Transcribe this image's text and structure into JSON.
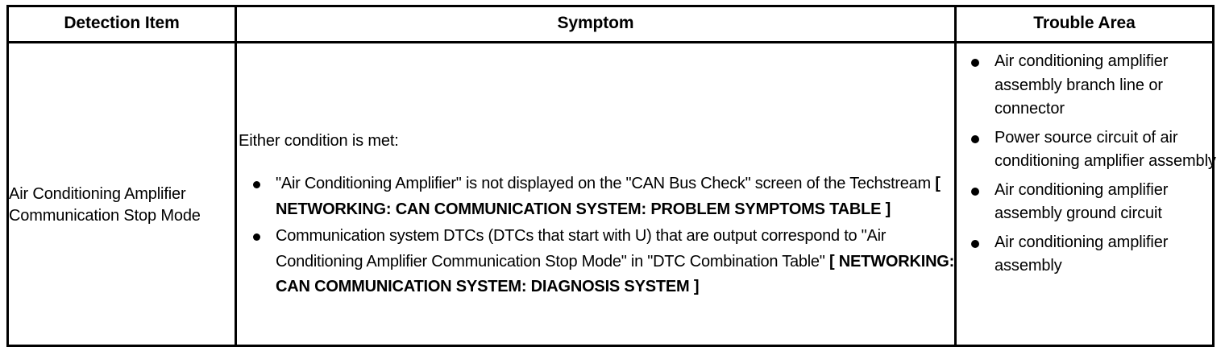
{
  "table": {
    "headers": {
      "detection_item": "Detection Item",
      "symptom": "Symptom",
      "trouble_area": "Trouble Area"
    },
    "row": {
      "detection_item": "Air Conditioning Amplifier Communication Stop Mode",
      "symptom": {
        "lead": "Either condition is met:",
        "bullets": [
          {
            "text_before": "\"Air Conditioning Amplifier\" is not displayed on the \"CAN Bus Check\" screen of the Techstream ",
            "reference": "[ NETWORKING: CAN COMMUNICATION SYSTEM: PROBLEM SYMPTOMS TABLE ]",
            "text_after": ""
          },
          {
            "text_before": "Communication system DTCs (DTCs that start with U) that are output correspond to \"Air Conditioning Amplifier Communication Stop Mode\" in \"DTC Combination Table\" ",
            "reference": "[ NETWORKING: CAN COMMUNICATION SYSTEM: DIAGNOSIS SYSTEM ]",
            "text_after": ""
          }
        ]
      },
      "trouble_area": [
        "Air conditioning amplifier assembly branch line or connector",
        "Power source circuit of air conditioning amplifier assembly",
        "Air conditioning amplifier assembly ground circuit",
        "Air conditioning amplifier assembly"
      ]
    }
  },
  "colors": {
    "border": "#000000",
    "text": "#000000",
    "background": "#ffffff"
  }
}
